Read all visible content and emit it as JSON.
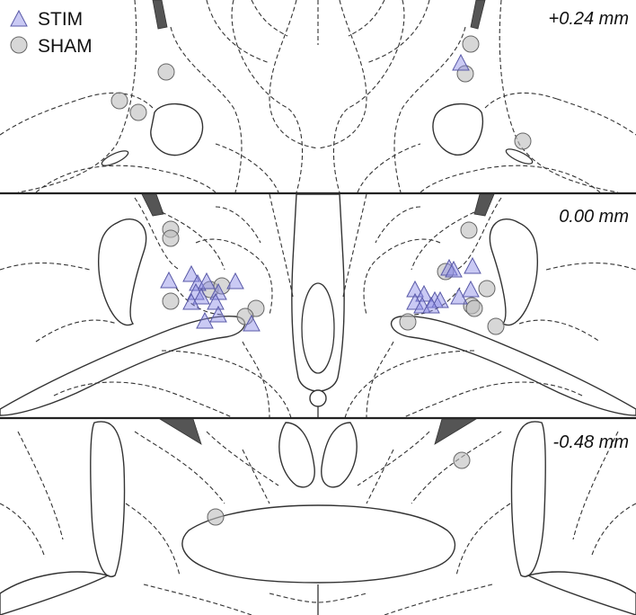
{
  "legend": {
    "stim_label": "STIM",
    "sham_label": "SHAM",
    "stim_color": "#8a8ae6",
    "sham_color": "#bdbdbd"
  },
  "sections": [
    {
      "coordinate": "+0.24 mm"
    },
    {
      "coordinate": "0.00 mm"
    },
    {
      "coordinate": "-0.48 mm"
    }
  ]
}
